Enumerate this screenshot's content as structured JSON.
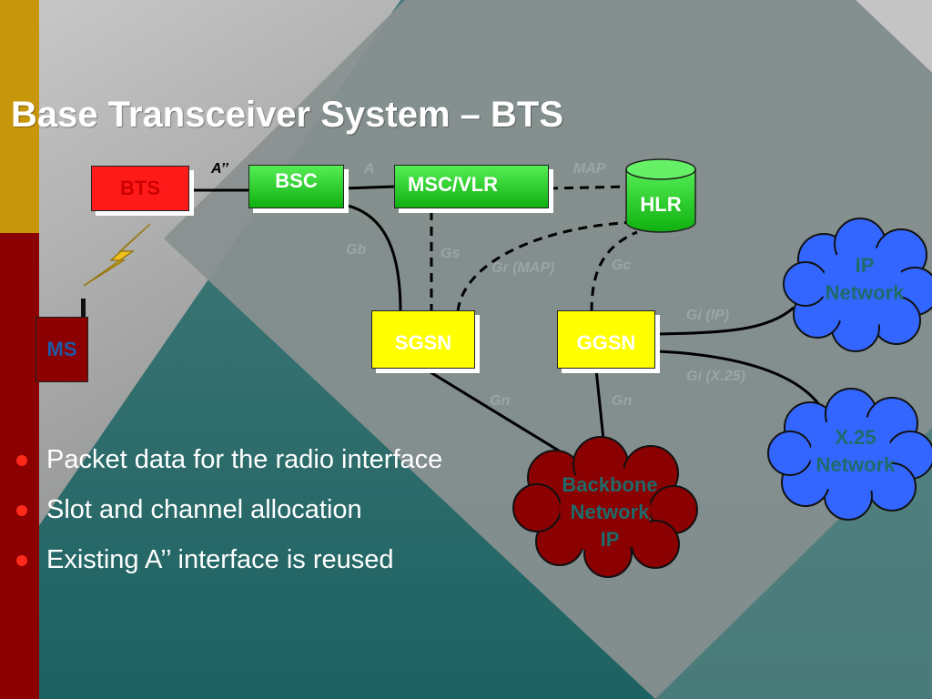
{
  "title": "Base Transceiver System – BTS",
  "nodes": {
    "bts": "BTS",
    "bsc": "BSC",
    "msc_vlr": "MSC/VLR",
    "hlr": "HLR",
    "sgsn": "SGSN",
    "ggsn": "GGSN",
    "ms": "MS"
  },
  "interfaces": {
    "a_dd": "A’’",
    "a": "A",
    "map": "MAP",
    "gb": "Gb",
    "gs": "Gs",
    "gr_map": "Gr (MAP)",
    "gc": "Gc",
    "gi_ip": "Gi (IP)",
    "gi_x25": "Gi (X.25)",
    "gn_left": "Gn",
    "gn_right": "Gn"
  },
  "clouds": {
    "ip": {
      "line1": "IP",
      "line2": "Network"
    },
    "x25": {
      "line1": "X.25",
      "line2": "Network"
    },
    "backbone": {
      "line1": "Backbone",
      "line2": "Network",
      "line3": "IP"
    }
  },
  "bullets": [
    "Packet data for the radio interface",
    "Slot and channel allocation",
    "Existing A’’ interface is reused"
  ],
  "colors": {
    "bts": "#ff0000",
    "bsc": "#22cc22",
    "hlr": "#22cc22",
    "gsn": "#ffff00",
    "ms": "#8b0000",
    "ip_cloud": "#3366ff",
    "backbone_cloud": "#8b0000",
    "teal": "#2c6e6c",
    "side_gold": "#c8960a",
    "side_red": "#8b0000"
  }
}
